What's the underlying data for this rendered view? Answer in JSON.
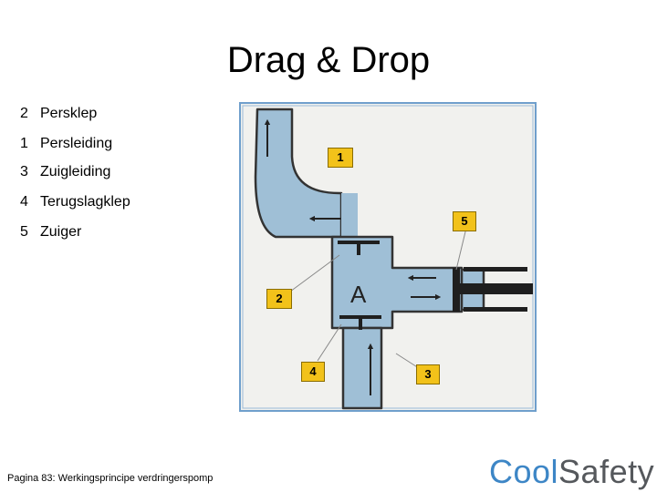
{
  "title": "Drag & Drop",
  "items": [
    {
      "num": "2",
      "label": "Persklep"
    },
    {
      "num": "1",
      "label": "Persleiding"
    },
    {
      "num": "3",
      "label": "Zuigleiding"
    },
    {
      "num": "4",
      "label": "Terugslagklep"
    },
    {
      "num": "5",
      "label": "Zuiger"
    }
  ],
  "diagram": {
    "chamber_letter": "A",
    "drop_labels": [
      "1",
      "5",
      "2",
      "4",
      "3"
    ]
  },
  "footer": {
    "text": "Pagina 83: Werkingsprincipe verdringerspomp"
  },
  "logo": {
    "part1": "Cool",
    "part2": "Safety"
  },
  "colors": {
    "background": "#ffffff",
    "pipe_fill": "#9fbfd6",
    "diagram_frame": "#6f9fcc",
    "label_fill": "#f2c21a",
    "logo_cool": "#3d86c6",
    "logo_safety": "#55585c"
  }
}
